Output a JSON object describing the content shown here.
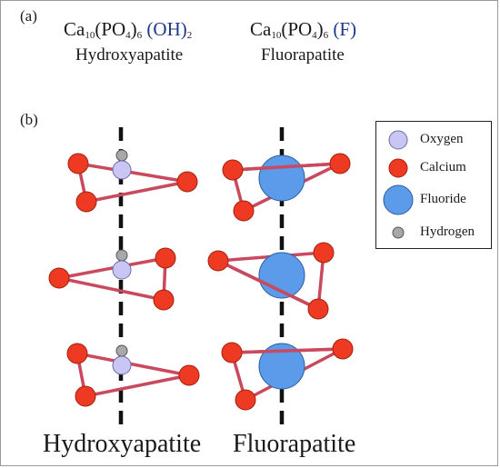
{
  "panel_a": {
    "label": "(a)",
    "hydroxyapatite_formula": {
      "ca": "Ca",
      "ca_sub": "10",
      "po": "(PO",
      "po_sub": "4",
      "close": ")",
      "po_count": "6",
      "ion": "(OH)",
      "ion_sub": "2"
    },
    "fluorapatite_formula": {
      "ca": "Ca",
      "ca_sub": "10",
      "po": "(PO",
      "po_sub": "4",
      "close": ")",
      "po_count": "6",
      "ion": "(F)"
    },
    "hydroxyapatite_name": "Hydroxyapatite",
    "fluorapatite_name": "Fluorapatite"
  },
  "panel_b": {
    "label": "(b)",
    "legend": {
      "oxygen": "Oxygen",
      "calcium": "Calcium",
      "fluoride": "Fluoride",
      "hydrogen": "Hydrogen"
    },
    "bottom_labels": {
      "hydroxyapatite": "Hydroxyapatite",
      "fluorapatite": "Fluorapatite"
    }
  },
  "colors": {
    "oxygen": "#c9c6f3",
    "calcium": "#ee3a22",
    "fluoride": "#5b9bea",
    "hydrogen": "#a8a8a8",
    "bond": "#c94a5e",
    "axis": "#111111"
  }
}
